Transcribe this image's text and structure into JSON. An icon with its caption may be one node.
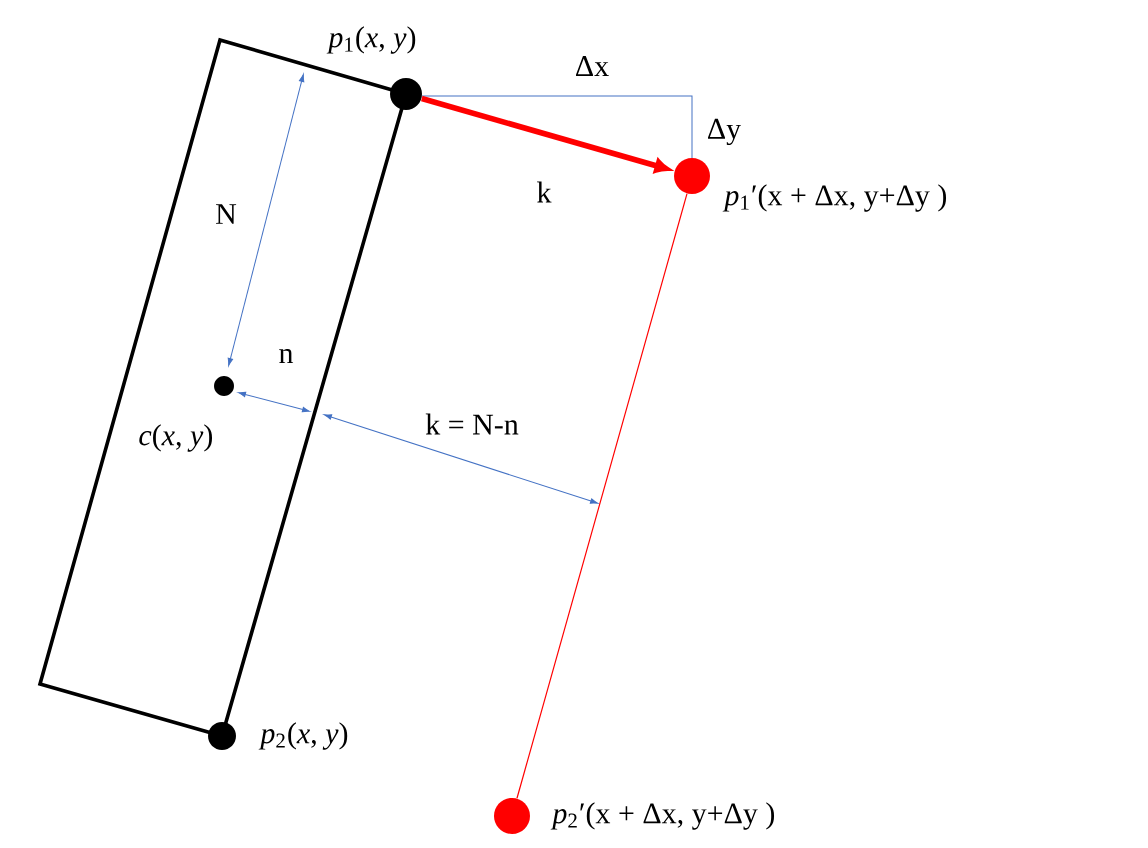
{
  "diagram": {
    "nodes": [
      {
        "text": [],
        "shape": "circle",
        "beside": [
          "*p*$_{1}$(*x*, *y*)"
        ]
      },
      {
        "text": [],
        "shape": "circle",
        "beside": [
          "*p*$_{1}$′(x + Δx, y+Δy )"
        ]
      },
      {
        "text": [],
        "shape": "circle",
        "beside": [
          "*c*(*x*, *y*)"
        ]
      },
      {
        "text": [],
        "shape": "circle",
        "beside": [
          "*p*$_{2}$(*x*, *y*)"
        ]
      },
      {
        "text": [],
        "shape": "circle",
        "beside": [
          "*p*$_{2}$′(x + Δx, y+Δy )"
        ]
      }
    ],
    "edges": [
      {
        "from": 0,
        "to": 1,
        "arrow": "to",
        "label": "k",
        "style": "thick"
      },
      {
        "from": 1,
        "to": 4,
        "arrow": "none"
      }
    ],
    "labels": [
      "Δx",
      "Δy",
      "N",
      "n",
      "k = N-n"
    ]
  }
}
